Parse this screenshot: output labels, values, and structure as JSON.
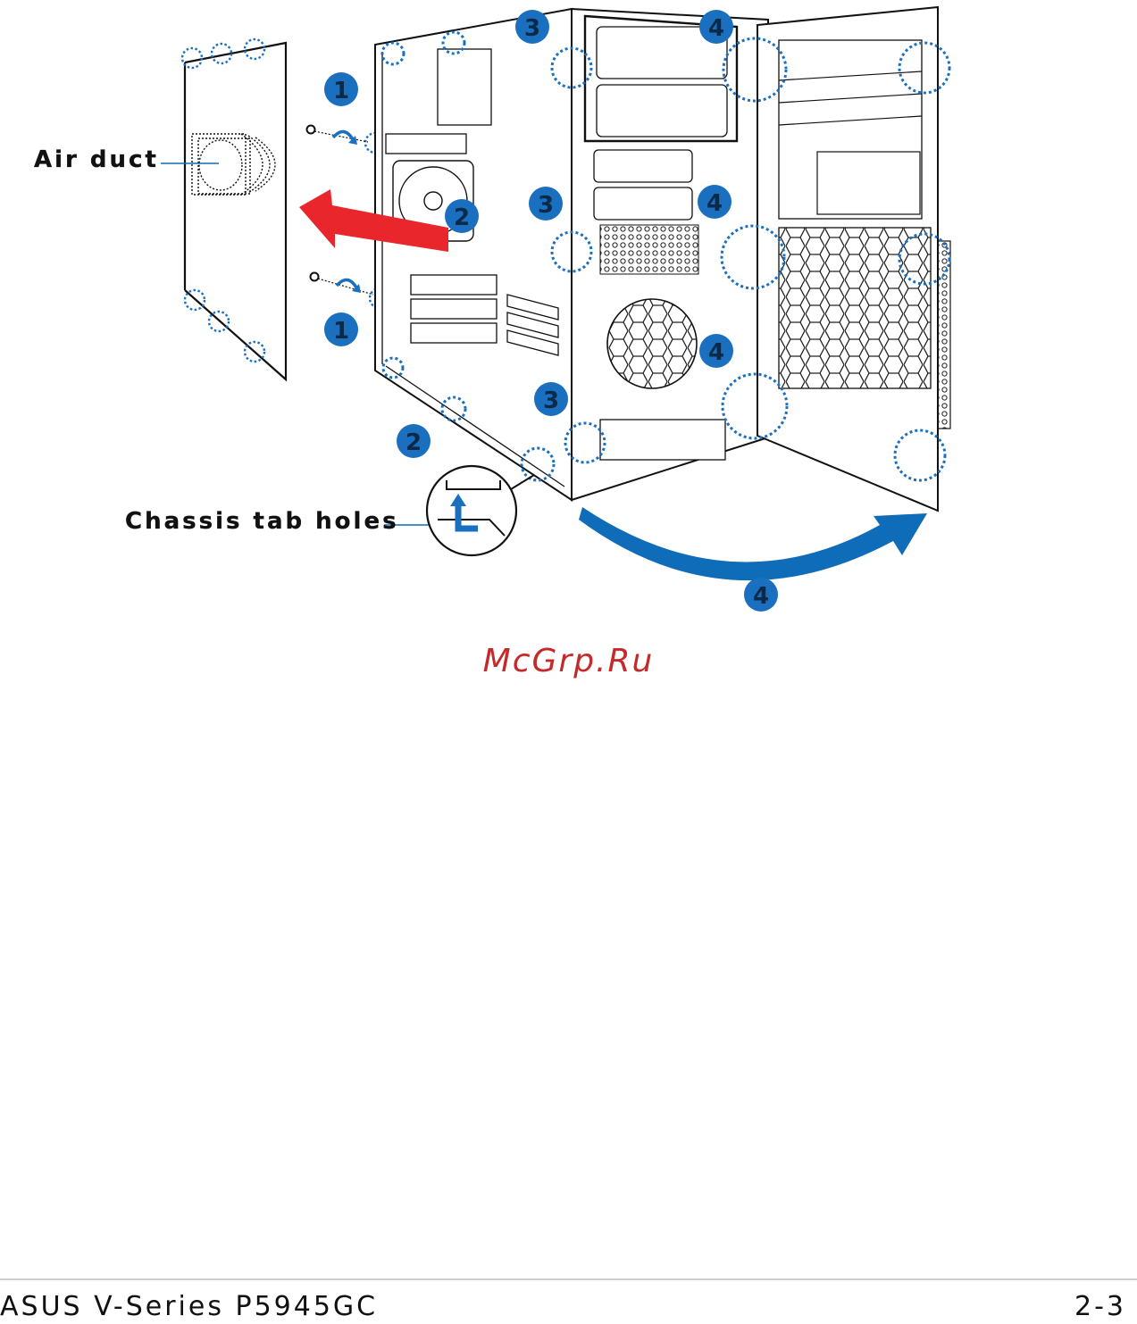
{
  "labels": {
    "air_duct": "Air duct",
    "chassis_tab_holes": "Chassis tab holes"
  },
  "steps": [
    "1",
    "1",
    "2",
    "2",
    "3",
    "3",
    "3",
    "4",
    "4",
    "4",
    "4"
  ],
  "watermark": "McGrp.Ru",
  "footer": {
    "left": "ASUS V-Series P5945GC",
    "right": "2-3"
  },
  "colors": {
    "step_badge": "#1a6fbf",
    "remove_arrow": "#e8262c",
    "swing_arrow": "#0f6cb8",
    "highlight_circle": "#1a6fbf",
    "watermark": "#c42a2a"
  }
}
